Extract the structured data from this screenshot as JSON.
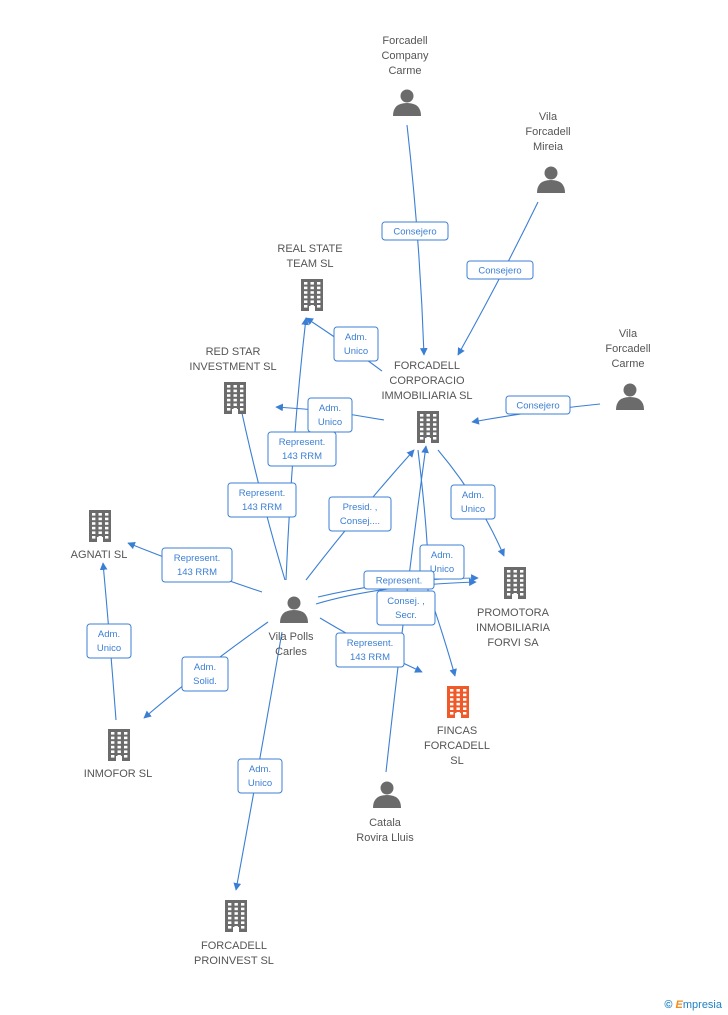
{
  "nodes": [
    {
      "id": "forcadell-company-carme",
      "kind": "person",
      "lines": [
        "Forcadell",
        "Company",
        "Carme"
      ]
    },
    {
      "id": "vila-forcadell-mireia",
      "kind": "person",
      "lines": [
        "Vila",
        "Forcadell",
        "Mireia"
      ]
    },
    {
      "id": "real-state-team",
      "kind": "company",
      "lines": [
        "REAL STATE",
        "TEAM SL"
      ]
    },
    {
      "id": "red-star-investment",
      "kind": "company",
      "lines": [
        "RED STAR",
        "INVESTMENT SL"
      ]
    },
    {
      "id": "forcadell-corporacio",
      "kind": "company",
      "lines": [
        "FORCADELL",
        "CORPORACIO",
        "IMMOBILIARIA SL"
      ]
    },
    {
      "id": "vila-forcadell-carme",
      "kind": "person",
      "lines": [
        "Vila",
        "Forcadell",
        "Carme"
      ]
    },
    {
      "id": "agnati",
      "kind": "company",
      "lines": [
        "AGNATI SL"
      ]
    },
    {
      "id": "vila-polls-carles",
      "kind": "person",
      "lines": [
        "Vila Polls",
        "Carles"
      ]
    },
    {
      "id": "promotora-inmobiliaria-forvi",
      "kind": "company",
      "lines": [
        "PROMOTORA",
        "INMOBILIARIA",
        "FORVI SA"
      ]
    },
    {
      "id": "fincas-forcadell",
      "kind": "company-main",
      "lines": [
        "FINCAS",
        "FORCADELL",
        "SL"
      ]
    },
    {
      "id": "inmofor",
      "kind": "company",
      "lines": [
        "INMOFOR SL"
      ]
    },
    {
      "id": "catala-rovira-lluis",
      "kind": "person",
      "lines": [
        "Catala",
        "Rovira Lluis"
      ]
    },
    {
      "id": "forcadell-proinvest",
      "kind": "company",
      "lines": [
        "FORCADELL",
        "PROINVEST SL"
      ]
    }
  ],
  "edge_labels": [
    {
      "id": "e1",
      "lines": [
        "Consejero"
      ]
    },
    {
      "id": "e2",
      "lines": [
        "Consejero"
      ]
    },
    {
      "id": "e3",
      "lines": [
        "Adm.",
        "Unico"
      ]
    },
    {
      "id": "e4",
      "lines": [
        "Consejero"
      ]
    },
    {
      "id": "e5",
      "lines": [
        "Adm.",
        "Unico"
      ]
    },
    {
      "id": "e6",
      "lines": [
        "Represent.",
        "143 RRM"
      ]
    },
    {
      "id": "e7",
      "lines": [
        "Represent.",
        "143 RRM"
      ]
    },
    {
      "id": "e8",
      "lines": [
        "Presid. ,",
        "Consej...."
      ]
    },
    {
      "id": "e9",
      "lines": [
        "Adm.",
        "Unico"
      ]
    },
    {
      "id": "e10",
      "lines": [
        "Represent.",
        "143 RRM"
      ]
    },
    {
      "id": "e11",
      "lines": [
        "Adm.",
        "Unico"
      ]
    },
    {
      "id": "e12",
      "lines": [
        "Represent."
      ]
    },
    {
      "id": "e13",
      "lines": [
        "Consej. ,",
        "Secr."
      ]
    },
    {
      "id": "e14",
      "lines": [
        "Represent.",
        "143 RRM"
      ]
    },
    {
      "id": "e15",
      "lines": [
        "Adm.",
        "Unico"
      ]
    },
    {
      "id": "e16",
      "lines": [
        "Adm.",
        "Solid."
      ]
    },
    {
      "id": "e17",
      "lines": [
        "Adm.",
        "Unico"
      ]
    }
  ],
  "colors": {
    "edge": "#3b7fd4",
    "icon": "#6b6b6b",
    "main_icon": "#f05a28"
  },
  "footer": {
    "copyright": "©",
    "brand_initial": "E",
    "brand_rest": "mpresia"
  }
}
